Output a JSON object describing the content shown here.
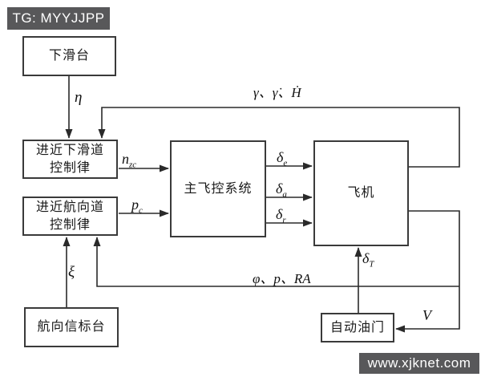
{
  "watermarks": {
    "top_banner": "TG: MYYJJPP",
    "bottom_banner": "www.xjknet.com"
  },
  "colors": {
    "banner_bg": "#58585a",
    "banner_text": "#ffffff",
    "line": "#2a2a2a",
    "box_border": "#3a3a3a",
    "background": "#ffffff"
  },
  "diagram": {
    "type": "block-diagram",
    "blocks": {
      "glide_slope_station": "下滑台",
      "approach_glidepath_law_line1": "进近下滑道",
      "approach_glidepath_law_line2": "控制律",
      "approach_localizer_law_line1": "进近航向道",
      "approach_localizer_law_line2": "控制律",
      "main_flight_control_system": "主飞控系统",
      "aircraft": "飞机",
      "localizer_beacon_station": "航向信标台",
      "autothrottle": "自动油门"
    },
    "signals": {
      "eta": "η",
      "gamma_feedback": "γ、γ̇、Ḣ",
      "nzc_main": "n",
      "nzc_sub": "zc",
      "pc_main": "p",
      "pc_sub": "c",
      "delta_e_main": "δ",
      "delta_e_sub": "e",
      "delta_a_main": "δ",
      "delta_a_sub": "a",
      "delta_r_main": "δ",
      "delta_r_sub": "r",
      "delta_t_main": "δ",
      "delta_t_sub": "T",
      "phi_feedback": "φ、p、RA",
      "xi": "ξ",
      "v": "V"
    },
    "edges": [
      {
        "from": "下滑台",
        "to": "进近下滑道控制律",
        "signal": "η"
      },
      {
        "from": "飞机",
        "to": "进近下滑道控制律",
        "signal": "γ、γ̇、Ḣ"
      },
      {
        "from": "进近下滑道控制律",
        "to": "主飞控系统",
        "signal": "n_zc"
      },
      {
        "from": "进近航向道控制律",
        "to": "主飞控系统",
        "signal": "p_c"
      },
      {
        "from": "主飞控系统",
        "to": "飞机",
        "signal": "δ_e"
      },
      {
        "from": "主飞控系统",
        "to": "飞机",
        "signal": "δ_a"
      },
      {
        "from": "主飞控系统",
        "to": "飞机",
        "signal": "δ_r"
      },
      {
        "from": "飞机",
        "to": "进近航向道控制律",
        "signal": "φ、p、RA"
      },
      {
        "from": "飞机",
        "to": "自动油门",
        "signal": "V"
      },
      {
        "from": "航向信标台",
        "to": "进近航向道控制律",
        "signal": "ξ"
      },
      {
        "from": "自动油门",
        "to": "飞机",
        "signal": "δ_T"
      }
    ]
  }
}
